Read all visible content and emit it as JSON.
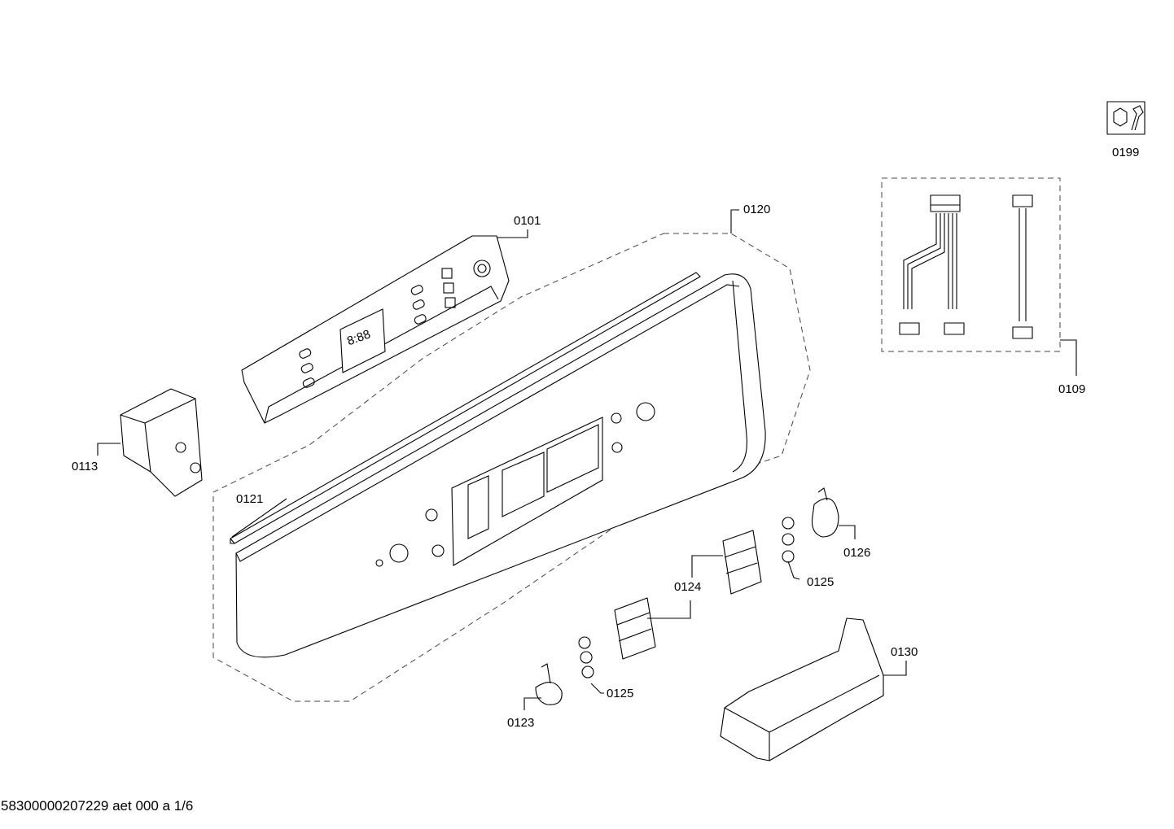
{
  "diagram": {
    "parts": [
      {
        "id": "p0101",
        "label": "0101"
      },
      {
        "id": "p0109",
        "label": "0109"
      },
      {
        "id": "p0113",
        "label": "0113"
      },
      {
        "id": "p0120",
        "label": "0120"
      },
      {
        "id": "p0121",
        "label": "0121"
      },
      {
        "id": "p0123",
        "label": "0123"
      },
      {
        "id": "p0124",
        "label": "0124"
      },
      {
        "id": "p0125a",
        "label": "0125"
      },
      {
        "id": "p0125b",
        "label": "0125"
      },
      {
        "id": "p0126",
        "label": "0126"
      },
      {
        "id": "p0130",
        "label": "0130"
      },
      {
        "id": "p0199",
        "label": "0199"
      }
    ],
    "display_text": "8:88",
    "footer": "58300000207229 aet 000 a 1/6"
  },
  "colors": {
    "line": "#000000",
    "dashed": "#444444",
    "background": "#ffffff"
  }
}
